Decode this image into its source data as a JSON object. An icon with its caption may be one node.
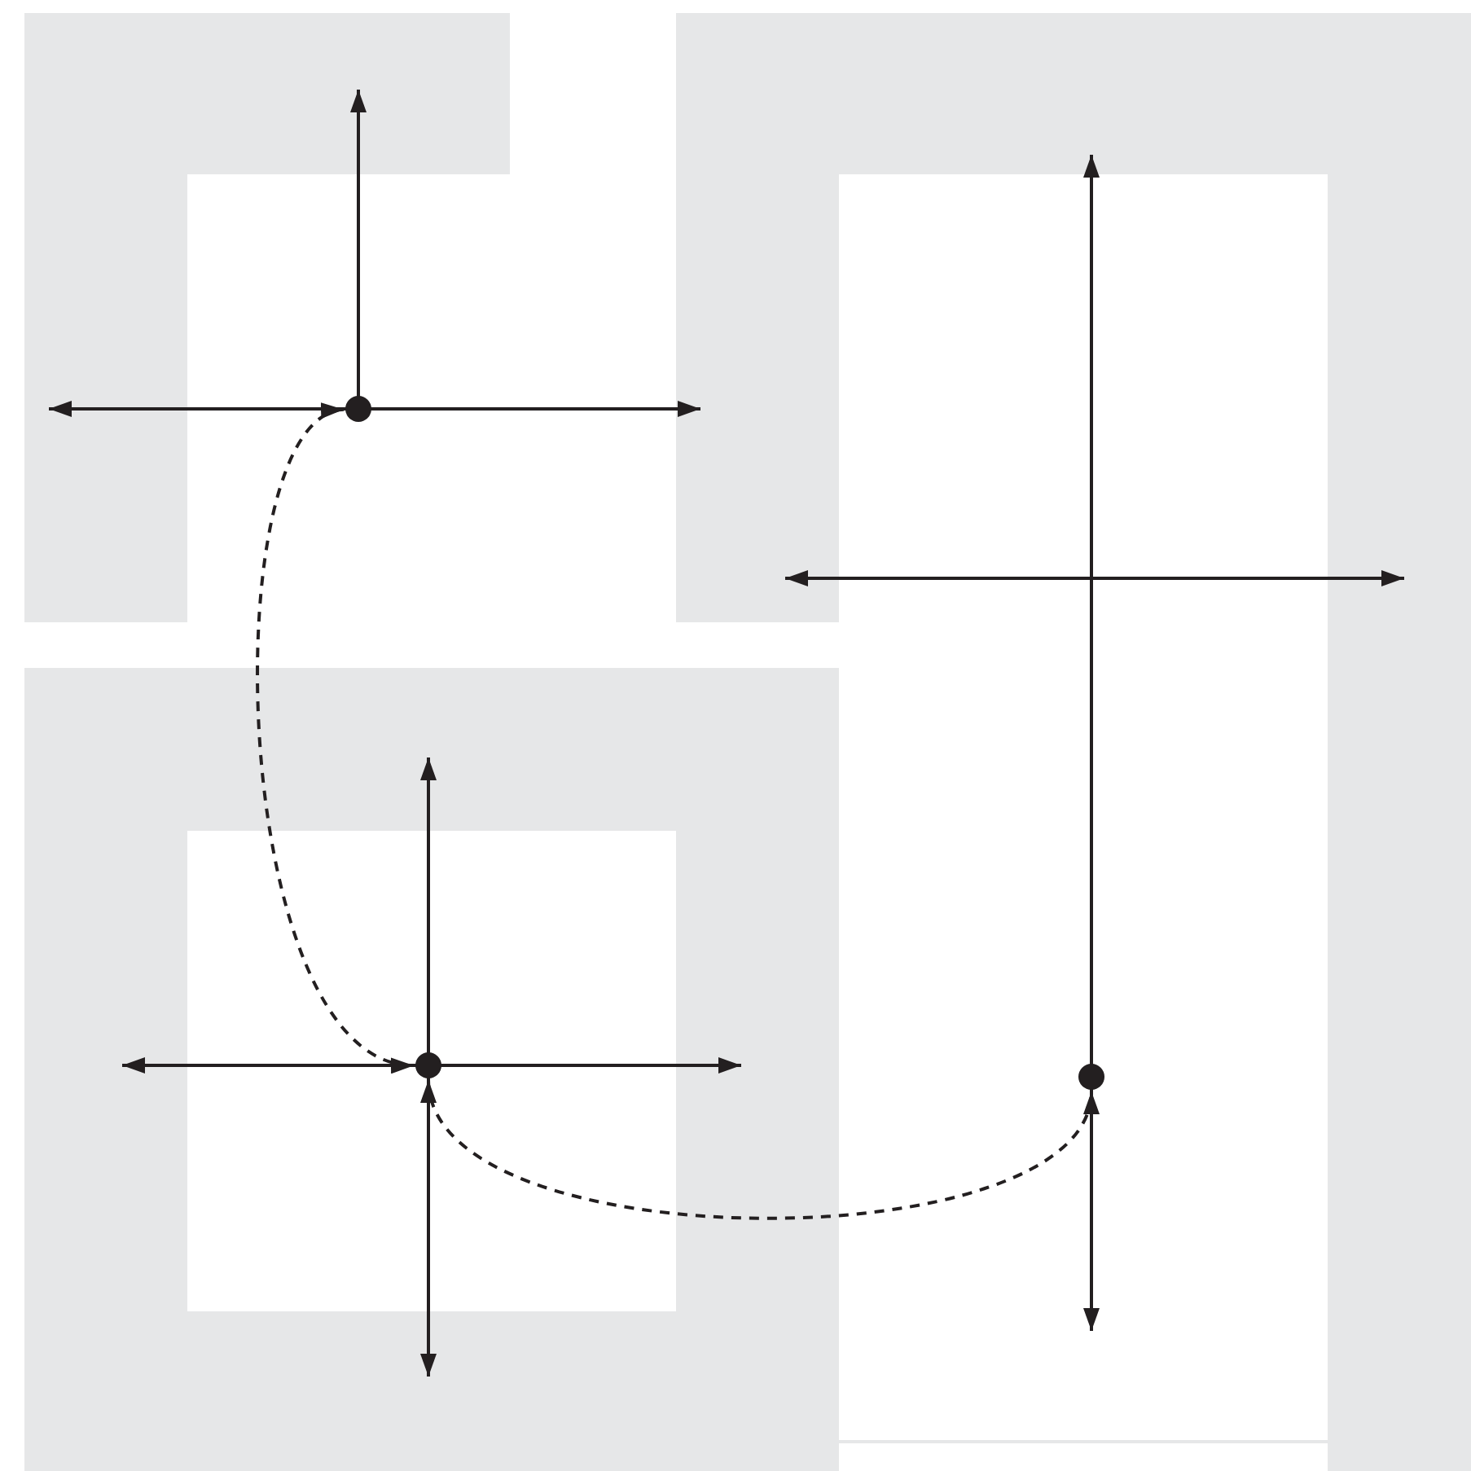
{
  "diagram": {
    "nodes": [
      {
        "text": [],
        "shape": "circle"
      },
      {
        "text": [],
        "shape": "circle"
      },
      {
        "text": [],
        "shape": "circle"
      }
    ],
    "edges": [
      {
        "from": 0,
        "to": 1,
        "arrow": "both",
        "style": "dashed"
      },
      {
        "from": 1,
        "to": 2,
        "arrow": "both",
        "style": "dashed"
      }
    ]
  }
}
